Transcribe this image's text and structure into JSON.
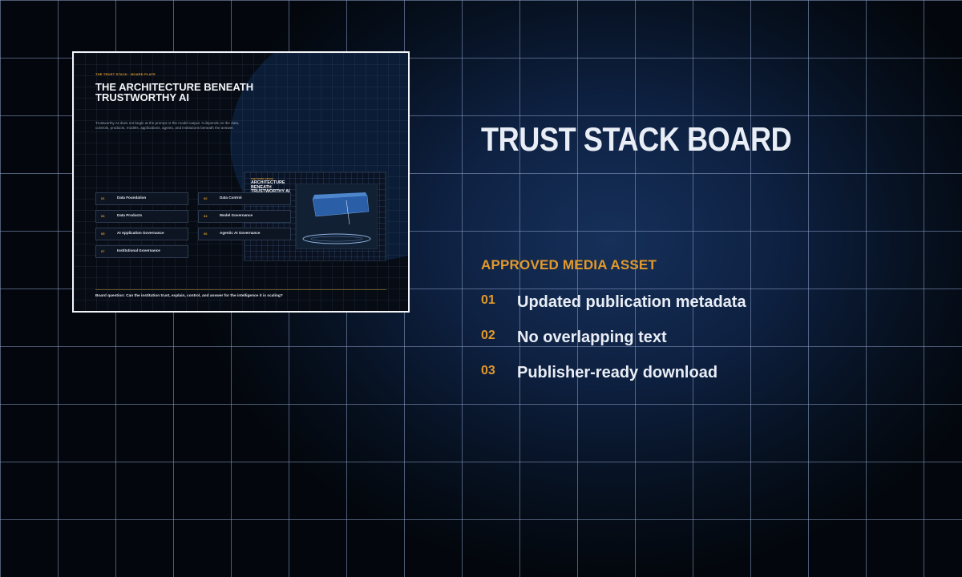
{
  "poster": {
    "kicker": "THE TRUST STACK · BOARD PLATE",
    "title": "THE ARCHITECTURE BENEATH TRUSTWORTHY AI",
    "lede": "Trustworthy AI does not begin at the prompt or the model output. It depends on the data, controls, products, models, applications, agents, and institutions beneath the answer.",
    "cards": [
      {
        "num": "01",
        "label": "Data Foundation"
      },
      {
        "num": "02",
        "label": "Data Control"
      },
      {
        "num": "03",
        "label": "Data Products"
      },
      {
        "num": "04",
        "label": "Model Governance"
      },
      {
        "num": "05",
        "label": "AI Application Governance"
      },
      {
        "num": "06",
        "label": "Agentic AI Governance"
      },
      {
        "num": "07",
        "label": "Institutional Governance"
      }
    ],
    "inset": {
      "kicker": "THE TRUST STACK",
      "title": "ARCHITECTURE BENEATH TRUSTWORTHY AI"
    },
    "footer": "Board question: Can the institution trust, explain, control, and answer for the intelligence it is scaling?"
  },
  "headline": "TRUST STACK BOARD",
  "section_label": "APPROVED MEDIA ASSET",
  "items": [
    {
      "num": "01",
      "text": "Updated publication metadata"
    },
    {
      "num": "02",
      "text": "No overlapping text"
    },
    {
      "num": "03",
      "text": "Publisher-ready download"
    }
  ],
  "colors": {
    "accent": "#e39a2a",
    "text": "#e9eef6",
    "background": "#03070d"
  }
}
